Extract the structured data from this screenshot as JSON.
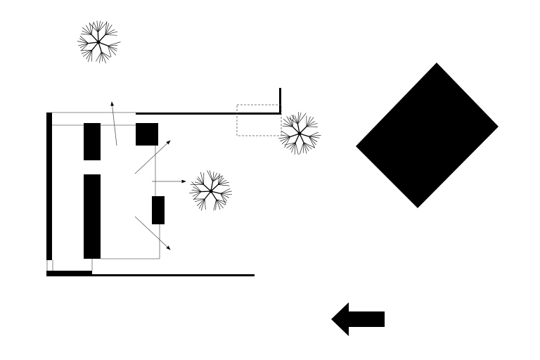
{
  "diagram": {
    "type": "site-plan",
    "colors": {
      "fill": "#000000",
      "background": "#ffffff",
      "line": "#555555"
    },
    "trees": 3,
    "view_arrows": 4,
    "icons": [
      "tree-icon",
      "direction-arrow-icon"
    ]
  }
}
